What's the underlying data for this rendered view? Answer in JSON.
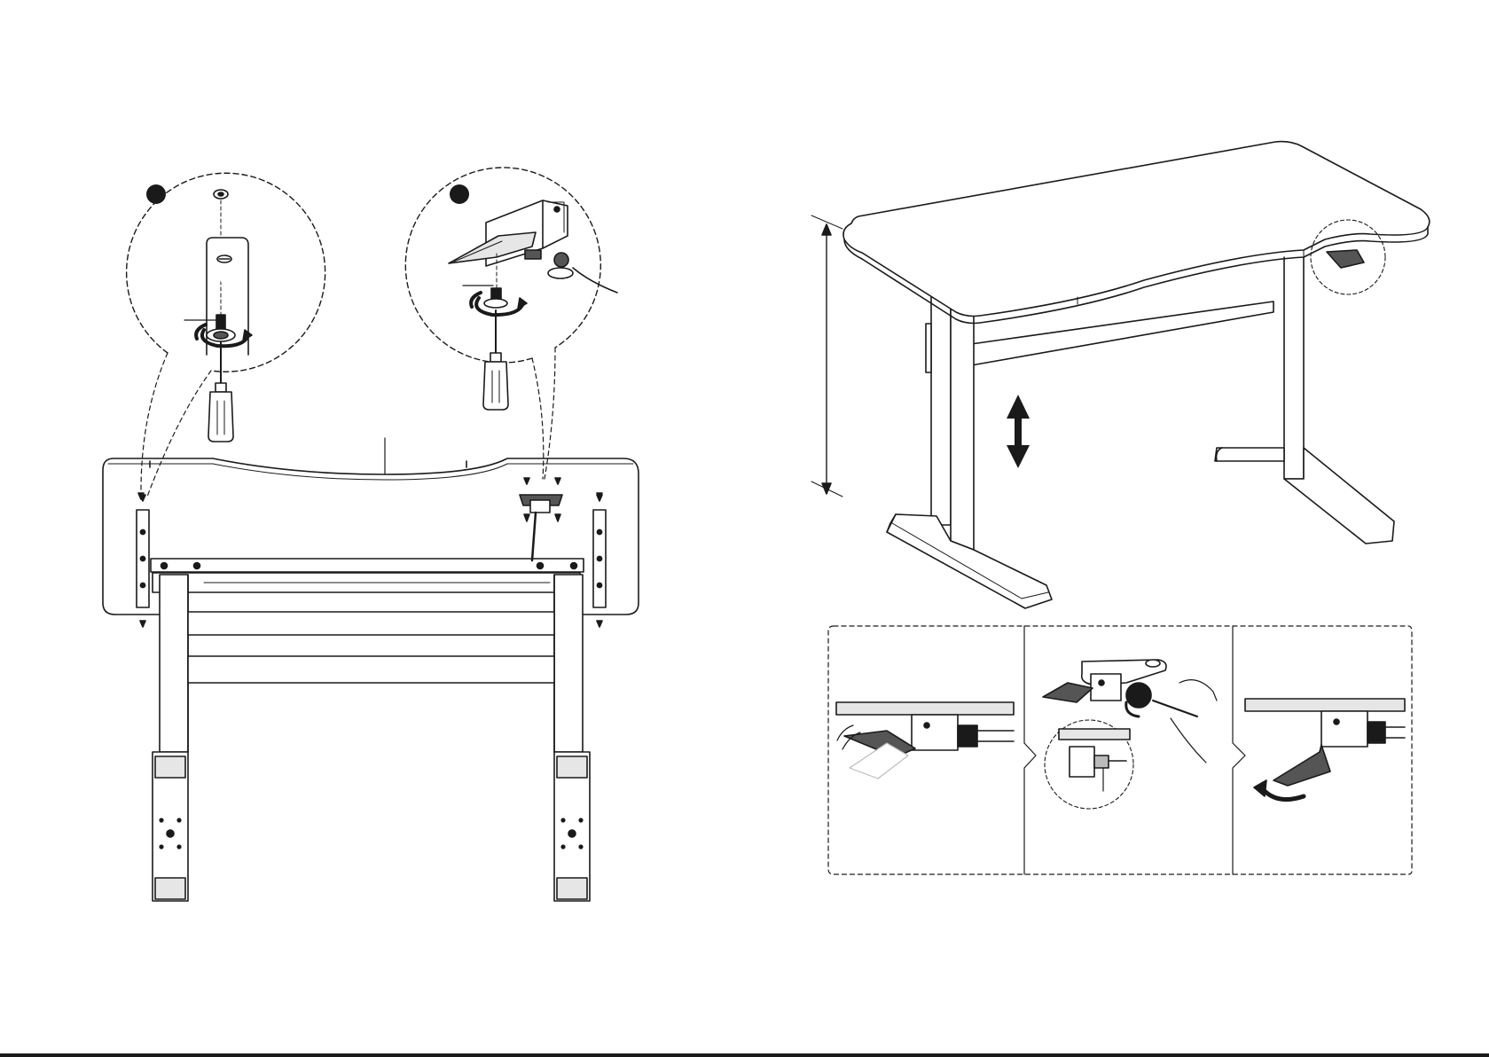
{
  "page": {
    "background": "#ffffff",
    "line_color": "#1a1a1a",
    "fill_light": "#ffffff",
    "fill_gray": "#e6e6e6",
    "fill_dark": "#555555"
  },
  "steps": [
    {
      "marker": "step-marker-1",
      "detail": "leg-bracket-screw-detail"
    },
    {
      "marker": "step-marker-2",
      "detail": "control-paddle-screw-detail"
    }
  ],
  "callouts": [
    {
      "name": "height-adjust-callout",
      "icon": "double-arrow-icon"
    },
    {
      "name": "paddle-location-callout",
      "icon": "magnifier-circle-icon"
    }
  ],
  "panels": [
    {
      "name": "paddle-use-panel",
      "icon": "hand-paddle-icon"
    },
    {
      "name": "cable-connect-panel",
      "icon": "screwdriver-icon"
    },
    {
      "name": "paddle-fold-panel",
      "icon": "curved-arrow-icon"
    }
  ]
}
